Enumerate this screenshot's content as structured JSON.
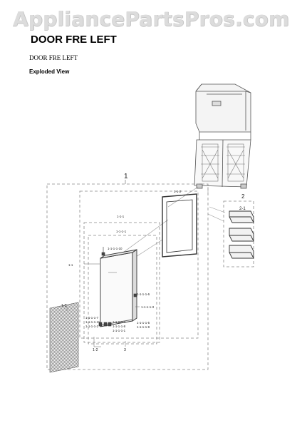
{
  "watermark": "AppliancePartsPros.com",
  "title": "DOOR FRE LEFT",
  "subtitle": "DOOR FRE LEFT",
  "view_label": "Exploded View",
  "labels": {
    "assembly_main": "1",
    "assembly_bins": "2",
    "bins_sub": "2-1",
    "gasket": "1-1-2",
    "door_sub": "1-1-1",
    "door_inner": "1-1-1-1",
    "door_left": "1-1",
    "panel": "1-3",
    "top_screw": "1-1-1-1-10",
    "hinge_a": "1-1-1-1-6",
    "hinge_b": "1-1-1-1-3",
    "bottom_a": "1-1-1-1-7",
    "bottom_b": "1-1-1-1-11",
    "bottom_c": "1-1-1-1-2",
    "bottom_d": "1-1-1-1-4",
    "bottom_e": "1-1-1-1-8",
    "bottom_f": "1-1-1-1-1",
    "bottom_g": "1-1-1-1-5",
    "bottom_h": "1-1-1-1-9",
    "cap": "1-2",
    "cap_sub": "3"
  }
}
